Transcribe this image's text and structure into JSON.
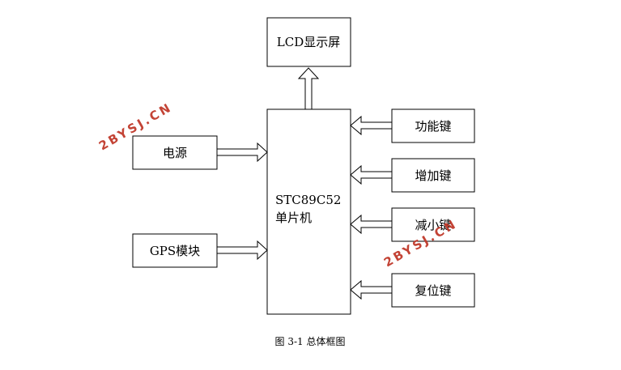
{
  "blocks": {
    "lcd": "LCD显示屏",
    "mcu_line1": "STC89C52",
    "mcu_line2": "单片机",
    "power": "电源",
    "gps": "GPS模块",
    "key_function": "功能键",
    "key_increase": "增加键",
    "key_decrease": "减小键",
    "key_reset": "复位键"
  },
  "caption": "图 3-1  总体框图",
  "watermark": "2BYSJ.CN"
}
